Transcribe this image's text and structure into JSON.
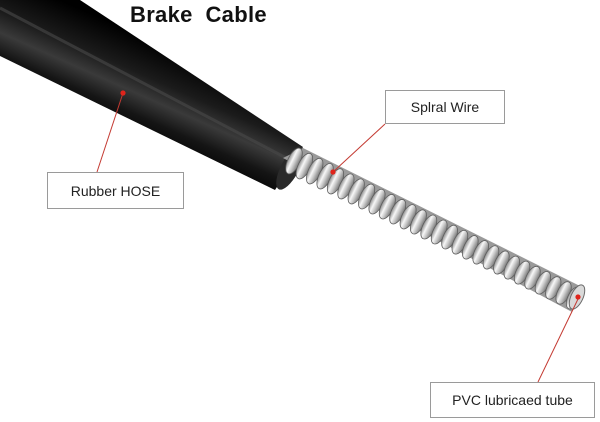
{
  "title": "Brake  Cable",
  "callouts": {
    "spiral": "Splral Wire",
    "rubber": "Rubber HOSE",
    "pvc": "PVC lubricaed tube"
  },
  "colors": {
    "hose": "#0b0b0b",
    "steel_light": "#f4f4f4",
    "steel_mid": "#b9b9b9",
    "steel_dark": "#6f6f6f",
    "leader": "#c43a32",
    "marker": "#e0241b"
  }
}
